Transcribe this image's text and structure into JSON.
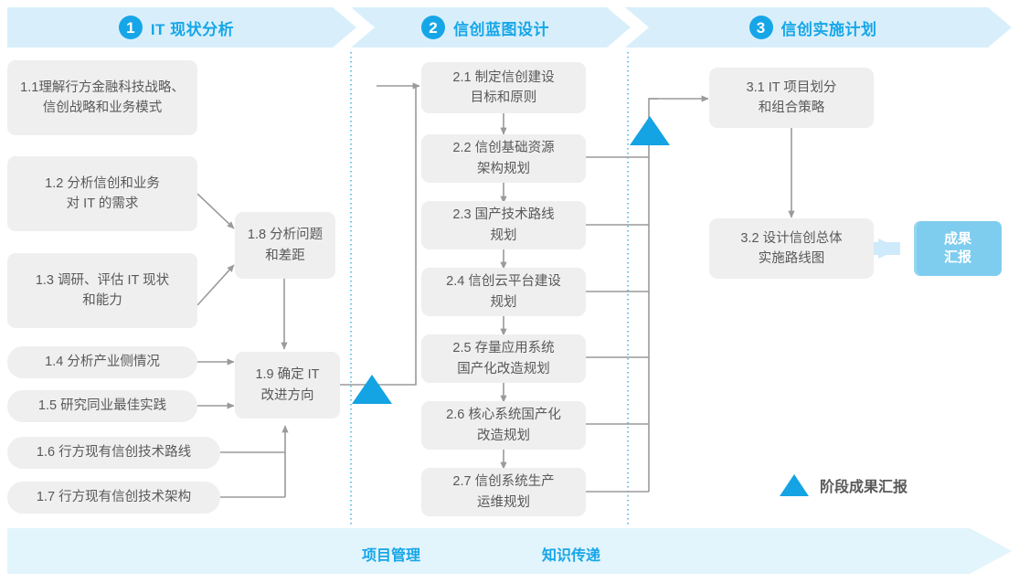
{
  "phases": [
    {
      "number": "1",
      "title": "IT 现状分析"
    },
    {
      "number": "2",
      "title": "信创蓝图设计"
    },
    {
      "number": "3",
      "title": "信创实施计划"
    }
  ],
  "tasks": {
    "p1": [
      {
        "id": "1.1",
        "label": "1.1理解行方金融科技战略、\n信创战略和业务模式"
      },
      {
        "id": "1.2",
        "label": "1.2 分析信创和业务\n对 IT 的需求"
      },
      {
        "id": "1.3",
        "label": "1.3 调研、评估 IT 现状\n和能力"
      },
      {
        "id": "1.4",
        "label": "1.4 分析产业侧情况"
      },
      {
        "id": "1.5",
        "label": "1.5 研究同业最佳实践"
      },
      {
        "id": "1.6",
        "label": "1.6 行方现有信创技术路线"
      },
      {
        "id": "1.7",
        "label": "1.7 行方现有信创技术架构"
      },
      {
        "id": "1.8",
        "label": "1.8 分析问题\n和差距"
      },
      {
        "id": "1.9",
        "label": "1.9 确定 IT\n改进方向"
      }
    ],
    "p2": [
      {
        "id": "2.1",
        "label": "2.1 制定信创建设\n目标和原则"
      },
      {
        "id": "2.2",
        "label": "2.2 信创基础资源\n架构规划"
      },
      {
        "id": "2.3",
        "label": "2.3 国产技术路线\n规划"
      },
      {
        "id": "2.4",
        "label": "2.4 信创云平台建设\n规划"
      },
      {
        "id": "2.5",
        "label": "2.5 存量应用系统\n国产化改造规划"
      },
      {
        "id": "2.6",
        "label": "2.6 核心系统国产化\n改造规划"
      },
      {
        "id": "2.7",
        "label": "2.7 信创系统生产\n运维规划"
      }
    ],
    "p3": [
      {
        "id": "3.1",
        "label": "3.1 IT 项目划分\n和组合策略"
      },
      {
        "id": "3.2",
        "label": "3.2 设计信创总体\n实施路线图"
      }
    ]
  },
  "deliverable": {
    "label": "成果\n汇报"
  },
  "legend": {
    "label": "阶段成果汇报"
  },
  "bottom": {
    "left_label": "项目管理",
    "right_label": "知识传递"
  },
  "colors": {
    "accent": "#16a6e8",
    "band": "#d8effb",
    "bottom_band": "#e2f4fc",
    "box_bg": "#efeff0",
    "box_text": "#595959",
    "deliverable_bg": "#7fcdee",
    "connector": "#8c8c8c",
    "divider": "#49b6e6"
  }
}
